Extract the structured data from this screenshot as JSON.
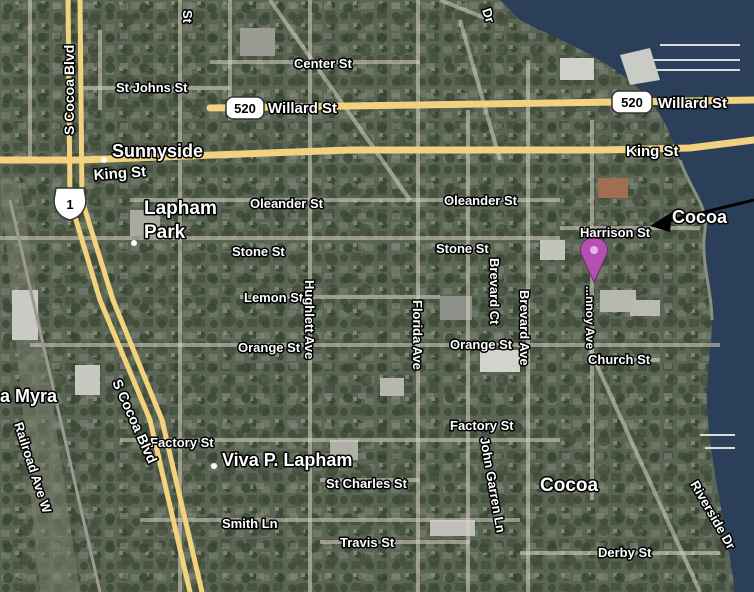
{
  "colors": {
    "major_road": "#f2d27e",
    "water": "#2c3f5a",
    "marker": "#b54fb0",
    "shield_bg": "#ffffff"
  },
  "marker": {
    "icon": "map-pin-icon",
    "color": "#b54fb0"
  },
  "arrow": {
    "icon": "arrow-left-icon"
  },
  "shields": {
    "route_520": "520",
    "route_520_east": "520",
    "us_1": "1"
  },
  "labels": {
    "center_st": "Center St",
    "st_johns_st": "St Johns St",
    "willard_st": "Willard St",
    "willard_st_east": "Willard St",
    "sunnyside": "Sunnyside",
    "king_st": "King St",
    "king_st_east": "King St",
    "lapham_park_1": "Lapham",
    "lapham_park_2": "Park",
    "oleander_st": "Oleander St",
    "oleander_st_east": "Oleander St",
    "harrison_st": "Harrison St",
    "cocoa_village": "Cocoa",
    "stone_st": "Stone St",
    "stone_st_east": "Stone St",
    "lemon_st": "Lemon St",
    "orange_st": "Orange St",
    "orange_st_east": "Orange St",
    "church_st": "Church St",
    "factory_st": "Factory St",
    "factory_st_east": "Factory St",
    "viva_p_lapham": "Viva P. Lapham",
    "st_charles_st": "St Charles St",
    "smith_ln": "Smith Ln",
    "travis_st": "Travis St",
    "derby_st": "Derby St",
    "cocoa": "Cocoa",
    "myra": "a Myra",
    "s_cocoa_blvd_north": "S Cocoa Blvd",
    "s_cocoa_blvd_south": "S Cocoa Blvd",
    "railroad_ave_w": "Railroad Ave W",
    "hughlett_ave": "Hughlett Ave",
    "florida_ave": "Florida Ave",
    "brevard_ct": "Brevard Ct",
    "brevard_ave": "Brevard Ave",
    "john_garren_ln": "John Garren Ln",
    "delannoy_ave": "...nnoy Ave",
    "riverside_dr": "Riverside Dr",
    "top_dr": "Dr",
    "top_st": "St"
  }
}
